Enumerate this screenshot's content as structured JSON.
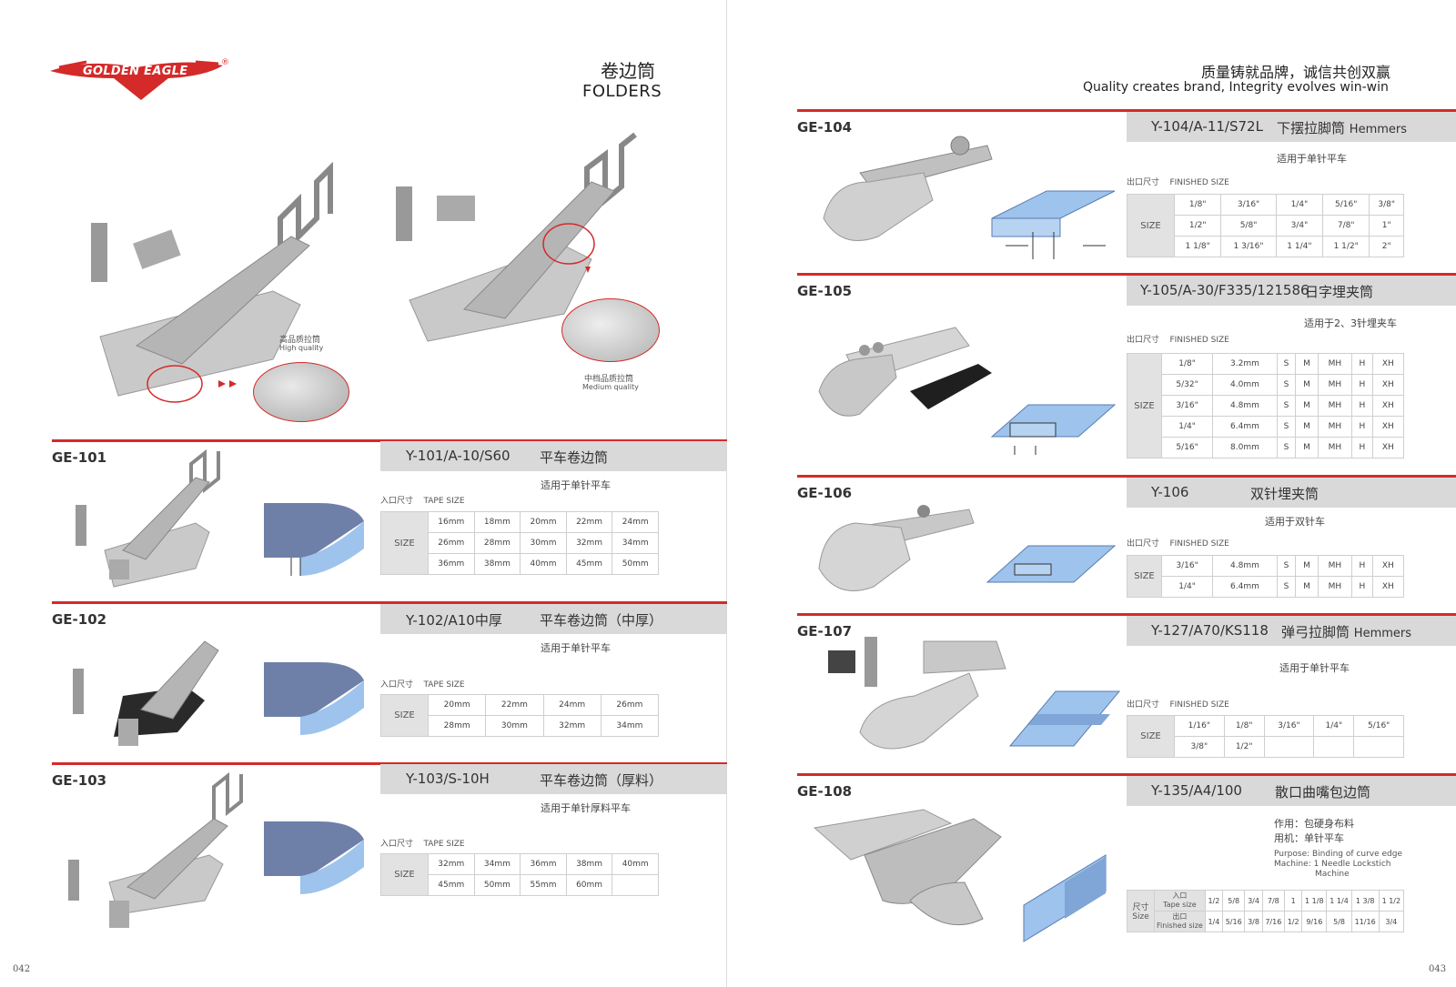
{
  "brand": {
    "name": "GOLDEN EAGLE",
    "reg": "®"
  },
  "left": {
    "title_cn": "卷边筒",
    "title_en": "FOLDERS",
    "hero": {
      "hq_cn": "高品质拉筒",
      "hq_en": "High quality",
      "mq_cn": "中档品质拉筒",
      "mq_en": "Medium quality"
    },
    "page": "042"
  },
  "right": {
    "slogan_cn": "质量铸就品牌，诚信共创双赢",
    "slogan_en": "Quality creates brand, Integrity evolves win-win",
    "page": "043"
  },
  "colors": {
    "accent": "#d42a2a",
    "band": "#d9d9d9",
    "diagram_blue": "#9ec3ec"
  },
  "labels": {
    "in_cn": "入口尺寸",
    "tape": "TAPE SIZE",
    "out_cn": "出口尺寸",
    "finished": "FINISHED SIZE",
    "size": "SIZE"
  },
  "products": [
    {
      "code": "GE-101",
      "model": "Y-101/A-10/S60",
      "name": "平车卷边筒",
      "usage": "适用于单针平车",
      "rows": [
        [
          "16mm",
          "18mm",
          "20mm",
          "22mm",
          "24mm"
        ],
        [
          "26mm",
          "28mm",
          "30mm",
          "32mm",
          "34mm"
        ],
        [
          "36mm",
          "38mm",
          "40mm",
          "45mm",
          "50mm"
        ]
      ]
    },
    {
      "code": "GE-102",
      "model": "Y-102/A10中厚",
      "name": "平车卷边筒（中厚）",
      "usage": "适用于单针平车",
      "rows": [
        [
          "20mm",
          "22mm",
          "24mm",
          "26mm"
        ],
        [
          "28mm",
          "30mm",
          "32mm",
          "34mm"
        ]
      ]
    },
    {
      "code": "GE-103",
      "model": "Y-103/S-10H",
      "name": "平车卷边筒（厚料）",
      "usage": "适用于单针厚料平车",
      "rows": [
        [
          "32mm",
          "34mm",
          "36mm",
          "38mm",
          "40mm"
        ],
        [
          "45mm",
          "50mm",
          "55mm",
          "60mm",
          ""
        ]
      ]
    },
    {
      "code": "GE-104",
      "model": "Y-104/A-11/S72L",
      "name": "下摆拉脚筒",
      "name_en": "Hemmers",
      "usage": "适用于单针平车",
      "rows": [
        [
          "1/8\"",
          "3/16\"",
          "1/4\"",
          "5/16\"",
          "3/8\""
        ],
        [
          "1/2\"",
          "5/8\"",
          "3/4\"",
          "7/8\"",
          "1\""
        ],
        [
          "1 1/8\"",
          "1 3/16\"",
          "1 1/4\"",
          "1 1/2\"",
          "2\""
        ]
      ]
    },
    {
      "code": "GE-105",
      "model": "Y-105/A-30/F335/121586",
      "name": "日字埋夹筒",
      "usage": "适用于2、3针埋夹车",
      "rows": [
        [
          "1/8\"",
          "3.2mm",
          "S",
          "M",
          "MH",
          "H",
          "XH"
        ],
        [
          "5/32\"",
          "4.0mm",
          "S",
          "M",
          "MH",
          "H",
          "XH"
        ],
        [
          "3/16\"",
          "4.8mm",
          "S",
          "M",
          "MH",
          "H",
          "XH"
        ],
        [
          "1/4\"",
          "6.4mm",
          "S",
          "M",
          "MH",
          "H",
          "XH"
        ],
        [
          "5/16\"",
          "8.0mm",
          "S",
          "M",
          "MH",
          "H",
          "XH"
        ]
      ]
    },
    {
      "code": "GE-106",
      "model": "Y-106",
      "name": "双针埋夹筒",
      "usage": "适用于双针车",
      "rows": [
        [
          "3/16\"",
          "4.8mm",
          "S",
          "M",
          "MH",
          "H",
          "XH"
        ],
        [
          "1/4\"",
          "6.4mm",
          "S",
          "M",
          "MH",
          "H",
          "XH"
        ]
      ]
    },
    {
      "code": "GE-107",
      "model": "Y-127/A70/KS118",
      "name": "弹弓拉脚筒",
      "name_en": "Hemmers",
      "usage": "适用于单针平车",
      "rows": [
        [
          "1/16\"",
          "1/8\"",
          "3/16\"",
          "1/4\"",
          "5/16\""
        ],
        [
          "3/8\"",
          "1/2\"",
          "",
          "",
          ""
        ]
      ]
    },
    {
      "code": "GE-108",
      "model": "Y-135/A4/100",
      "name": "散口曲嘴包边筒",
      "purpose_cn": "作用：包硬身布料",
      "machine_cn": "用机：单针平车",
      "purpose_en": "Purpose: Binding of curve edge",
      "machine_en": "Machine: 1 Needle Lockstich",
      "machine_en2": "Machine",
      "size_cn": "尺寸",
      "size_en": "Size",
      "in_cn": "入口",
      "in_en": "Tape size",
      "out_cn": "出口",
      "out_en": "Finished size",
      "tape": [
        "1/2",
        "5/8",
        "3/4",
        "7/8",
        "1",
        "1 1/8",
        "1 1/4",
        "1 3/8",
        "1 1/2"
      ],
      "finished": [
        "1/4",
        "5/16",
        "3/8",
        "7/16",
        "1/2",
        "9/16",
        "5/8",
        "11/16",
        "3/4"
      ]
    }
  ]
}
